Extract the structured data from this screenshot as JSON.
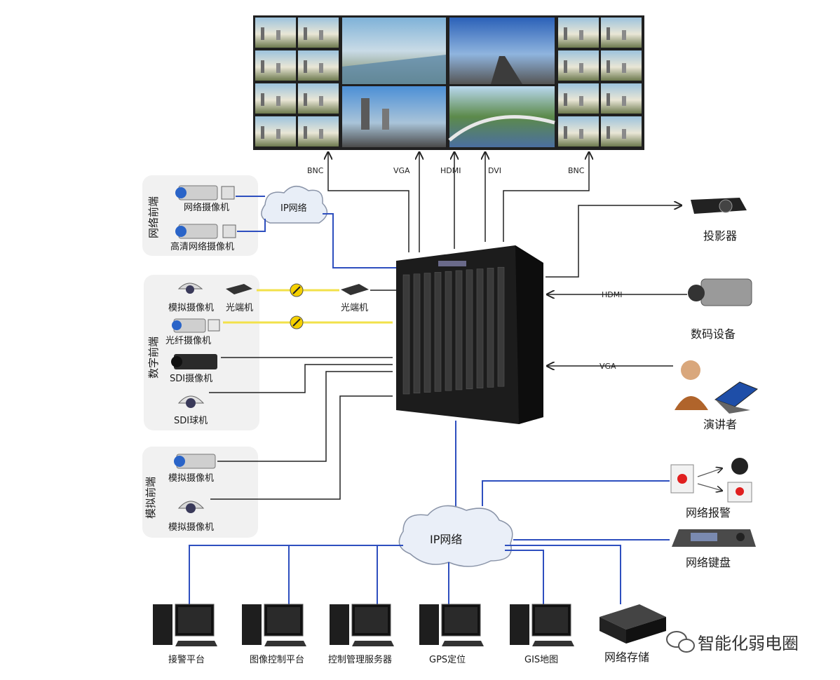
{
  "ports": {
    "bnc_left": "BNC",
    "vga_top": "VGA",
    "hdmi_top": "HDMI",
    "dvi_top": "DVI",
    "bnc_right": "BNC",
    "hdmi_in": "HDMI",
    "vga_in": "VGA"
  },
  "groups": {
    "network_front": "网络前端",
    "digital_front": "数字前端",
    "analog_front": "模拟前端"
  },
  "network_front": {
    "camera1": "网络摄像机",
    "camera2": "高清网络摄像机",
    "cloud": "IP网络"
  },
  "digital_front": {
    "analog_camera": "模拟摄像机",
    "optical_tx": "光端机",
    "optical_rx": "光端机",
    "fiber_camera": "光纤摄像机",
    "sdi_camera": "SDI摄像机",
    "sdi_dome": "SDI球机"
  },
  "analog_front": {
    "camera": "模拟摄像机",
    "dome": "模拟摄像机"
  },
  "right_devices": {
    "projector": "投影器",
    "digital_device": "数码设备",
    "presenter": "演讲者",
    "alarm": "网络报警",
    "keyboard": "网络键盘"
  },
  "center_cloud": "IP网络",
  "bottom": {
    "pc1": "接警平台",
    "pc2": "图像控制平台",
    "pc3": "控制管理服务器",
    "pc4": "GPS定位",
    "pc5": "GIS地图",
    "storage": "网络存储"
  },
  "watermark": "智能化弱电圈",
  "colors": {
    "blue_line": "#2e4fbf",
    "fiber": "#f2e14a",
    "device_dark": "#1c1c1c",
    "panel_bg": "#f1f1f1"
  }
}
